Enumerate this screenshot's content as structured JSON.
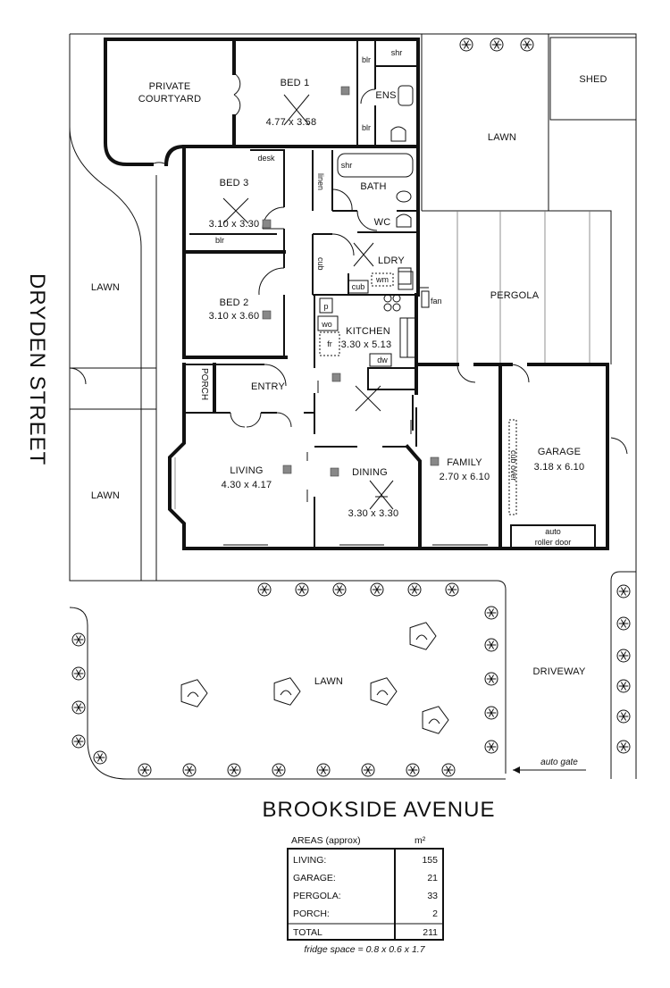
{
  "streets": {
    "left": "DRYDEN STREET",
    "bottom": "BROOKSIDE AVENUE"
  },
  "outdoor": {
    "private_courtyard": [
      "PRIVATE",
      "COURTYARD"
    ],
    "shed": "SHED",
    "lawn_top": "LAWN",
    "lawn_left_upper": "LAWN",
    "lawn_left_lower": "LAWN",
    "lawn_front": "LAWN",
    "pergola": "PERGOLA",
    "driveway": "DRIVEWAY",
    "auto_gate": "auto gate",
    "porch": "PORCH",
    "entry": "ENTRY"
  },
  "rooms": {
    "bed1": {
      "name": "BED 1",
      "dims": "4.77 x 3.58"
    },
    "bed3": {
      "name": "BED 3",
      "dims": "3.10 x 3.30"
    },
    "bed2": {
      "name": "BED 2",
      "dims": "3.10 x 3.60"
    },
    "kitchen": {
      "name": "KITCHEN",
      "dims": "3.30 x 5.13"
    },
    "living": {
      "name": "LIVING",
      "dims": "4.30 x 4.17"
    },
    "dining": {
      "name": "DINING",
      "dims": "3.30 x 3.30"
    },
    "family": {
      "name": "FAMILY",
      "dims": "2.70 x 6.10"
    },
    "garage": {
      "name": "GARAGE",
      "dims": "3.18 x 6.10"
    },
    "ens": "ENS",
    "bath": "BATH",
    "wc": "WC",
    "ldry": "LDRY"
  },
  "fixtures": {
    "blr": "blr",
    "shr": "shr",
    "desk": "desk",
    "linen": "linen",
    "cub": "cub",
    "wm": "wm",
    "fan": "fan",
    "p": "p",
    "wo": "wo",
    "fr": "fr",
    "dw": "dw",
    "cub_over": "cub over",
    "auto_roller_door": [
      "auto",
      "roller door"
    ]
  },
  "areas_table": {
    "title": "AREAS (approx)",
    "unit": "m²",
    "rows": [
      {
        "label": "LIVING:",
        "value": "155"
      },
      {
        "label": "GARAGE:",
        "value": "21"
      },
      {
        "label": "PERGOLA:",
        "value": "33"
      },
      {
        "label": "PORCH:",
        "value": "2"
      }
    ],
    "total": {
      "label": "TOTAL",
      "value": "211"
    },
    "note": "fridge space = 0.8 x 0.6 x 1.7"
  }
}
